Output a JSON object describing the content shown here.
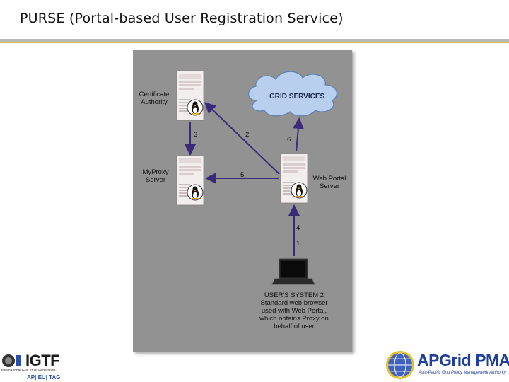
{
  "slide": {
    "title": "PURSE (Portal-based User Registration Service)"
  },
  "diagram": {
    "nodes": {
      "ca": "Certificate\nAuthority",
      "myproxy": "MyProxy\nServer",
      "webportal": "Web Portal\nServer",
      "cloud": "GRID SERVICES"
    },
    "steps": [
      "1",
      "2",
      "3",
      "4",
      "5",
      "6"
    ],
    "user_system_caption": "USER'S SYSTEM 2\nStandard web browser\nused with Web Portal,\nwhich obtains Proxy on\nbehalf of user"
  },
  "logos": {
    "igtf": {
      "name": "IGTF",
      "subtitle": "International Grid Trust Federation",
      "tags": "AP| EU| TAG"
    },
    "apgrid": {
      "name": "APGrid PMA",
      "subtitle": "Asia-Pacific Grid Policy Management Authority"
    }
  },
  "colors": {
    "panel_bg": "#929292",
    "arrow": "#3a2a78",
    "cloud": "#b8d0ee",
    "title_rule_gold": "#d9c240",
    "apgrid_blue": "#1f3f9a"
  }
}
